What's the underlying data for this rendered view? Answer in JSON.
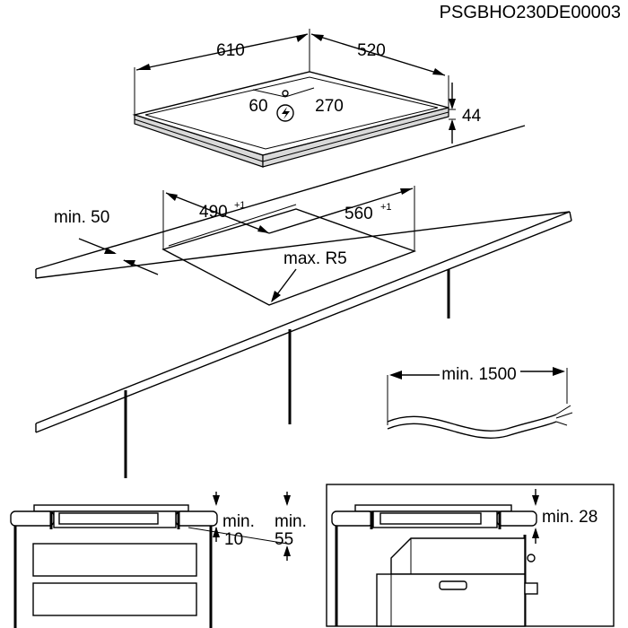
{
  "doc_code": "PSGBHO230DE00003",
  "hob": {
    "width": "610",
    "depth": "520",
    "height": "44",
    "conn_left": "60",
    "conn_right": "270"
  },
  "cutout": {
    "width": "490",
    "width_tol": "+1",
    "depth": "560",
    "depth_tol": "+1",
    "edge": "min. 50",
    "radius": "max. R5"
  },
  "cable": {
    "length": "min. 1500"
  },
  "side_view_1": {
    "gap_label_a": "min.",
    "gap_value_a": "10",
    "gap_label_b": "min.",
    "gap_value_b": "55"
  },
  "side_view_2": {
    "gap": "min. 28"
  },
  "icons": [
    "power-connection-icon",
    "arrow-icon"
  ]
}
